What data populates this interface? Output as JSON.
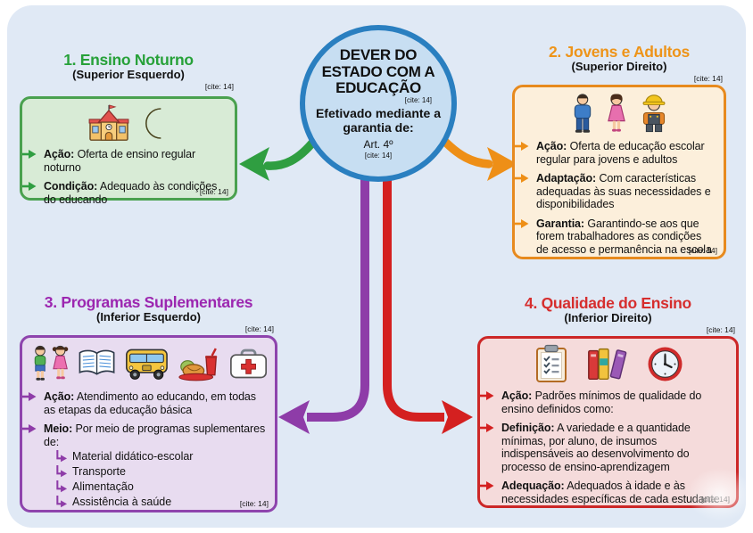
{
  "page": {
    "background": "#e0e9f5",
    "frame": "#ffffff"
  },
  "center": {
    "title": "DEVER DO ESTADO COM A EDUCAÇÃO",
    "cite": "[cite: 14]",
    "subtitle": "Efetivado mediante a garantia de:",
    "article": "Art. 4º",
    "article_cite": "[cite: 14]",
    "fill": "#c7def2",
    "border": "#2a7fc0"
  },
  "arrows": [
    {
      "name": "to-top-left",
      "color": "#2f9e41"
    },
    {
      "name": "to-top-right",
      "color": "#ee8f17"
    },
    {
      "name": "to-bottom-left",
      "color": "#8e3ca8"
    },
    {
      "name": "to-bottom-right",
      "color": "#d42020"
    }
  ],
  "sections": [
    {
      "title": "1. Ensino Noturno",
      "subtitle": "(Superior Esquerdo)",
      "cite_top": "[cite: 14]",
      "cite_bottom": "[cite: 14]",
      "title_color": "#27a139",
      "border_color": "#4aa14f",
      "fill_color": "#d8ebd6",
      "icons": [
        "school-icon",
        "moon-icon"
      ],
      "items": [
        {
          "label": "Ação:",
          "text": " Oferta de ensino regular noturno"
        },
        {
          "label": "Condição:",
          "text": " Adequado às condições do educando"
        }
      ]
    },
    {
      "title": "2. Jovens e Adultos",
      "subtitle": "(Superior Direito)",
      "cite_top": "[cite: 14]",
      "cite_bottom": "[cite: 14]",
      "title_color": "#ee9419",
      "border_color": "#e78a1e",
      "fill_color": "#fcefdb",
      "icons": [
        "man-icon",
        "woman-icon",
        "worker-icon"
      ],
      "items": [
        {
          "label": "Ação:",
          "text": " Oferta de educação escolar regular para jovens e adultos"
        },
        {
          "label": "Adaptação:",
          "text": " Com características adequadas às suas necessidades e disponibilidades"
        },
        {
          "label": "Garantia:",
          "text": " Garantindo-se aos que forem trabalhadores as condições de acesso e permanência na escola"
        }
      ]
    },
    {
      "title": "3. Programas Suplementares",
      "subtitle": "(Inferior Esquerdo)",
      "cite_top": "[cite: 14]",
      "cite_bottom": "[cite: 14]",
      "title_color": "#9c27b0",
      "border_color": "#8e44ad",
      "fill_color": "#e8dcf0",
      "icons": [
        "children-icon",
        "open-book-icon",
        "school-bus-icon",
        "meal-icon",
        "first-aid-icon"
      ],
      "items": [
        {
          "label": "Ação:",
          "text": " Atendimento ao educando, em todas as etapas da educação básica"
        },
        {
          "label": "Meio:",
          "text": " Por meio de programas suplementares de:"
        }
      ],
      "subitems": [
        "Material didático-escolar",
        "Transporte",
        "Alimentação",
        "Assistência à saúde"
      ]
    },
    {
      "title": "4. Qualidade do Ensino",
      "subtitle": "(Inferior Direito)",
      "cite_top": "[cite: 14]",
      "cite_bottom": "[cite: 14]",
      "title_color": "#d62e2e",
      "border_color": "#cc2727",
      "fill_color": "#f5dbdb",
      "icons": [
        "checklist-icon",
        "books-icon",
        "clock-icon"
      ],
      "items": [
        {
          "label": "Ação:",
          "text": " Padrões mínimos de qualidade do ensino definidos como:"
        },
        {
          "label": "Definição:",
          "text": " A variedade e a quantidade mínimas, por aluno, de insumos indispensáveis ao desenvolvimento do processo de ensino-aprendizagem"
        },
        {
          "label": "Adequação:",
          "text": " Adequados à idade e às necessidades específicas de cada estudante"
        }
      ]
    }
  ]
}
